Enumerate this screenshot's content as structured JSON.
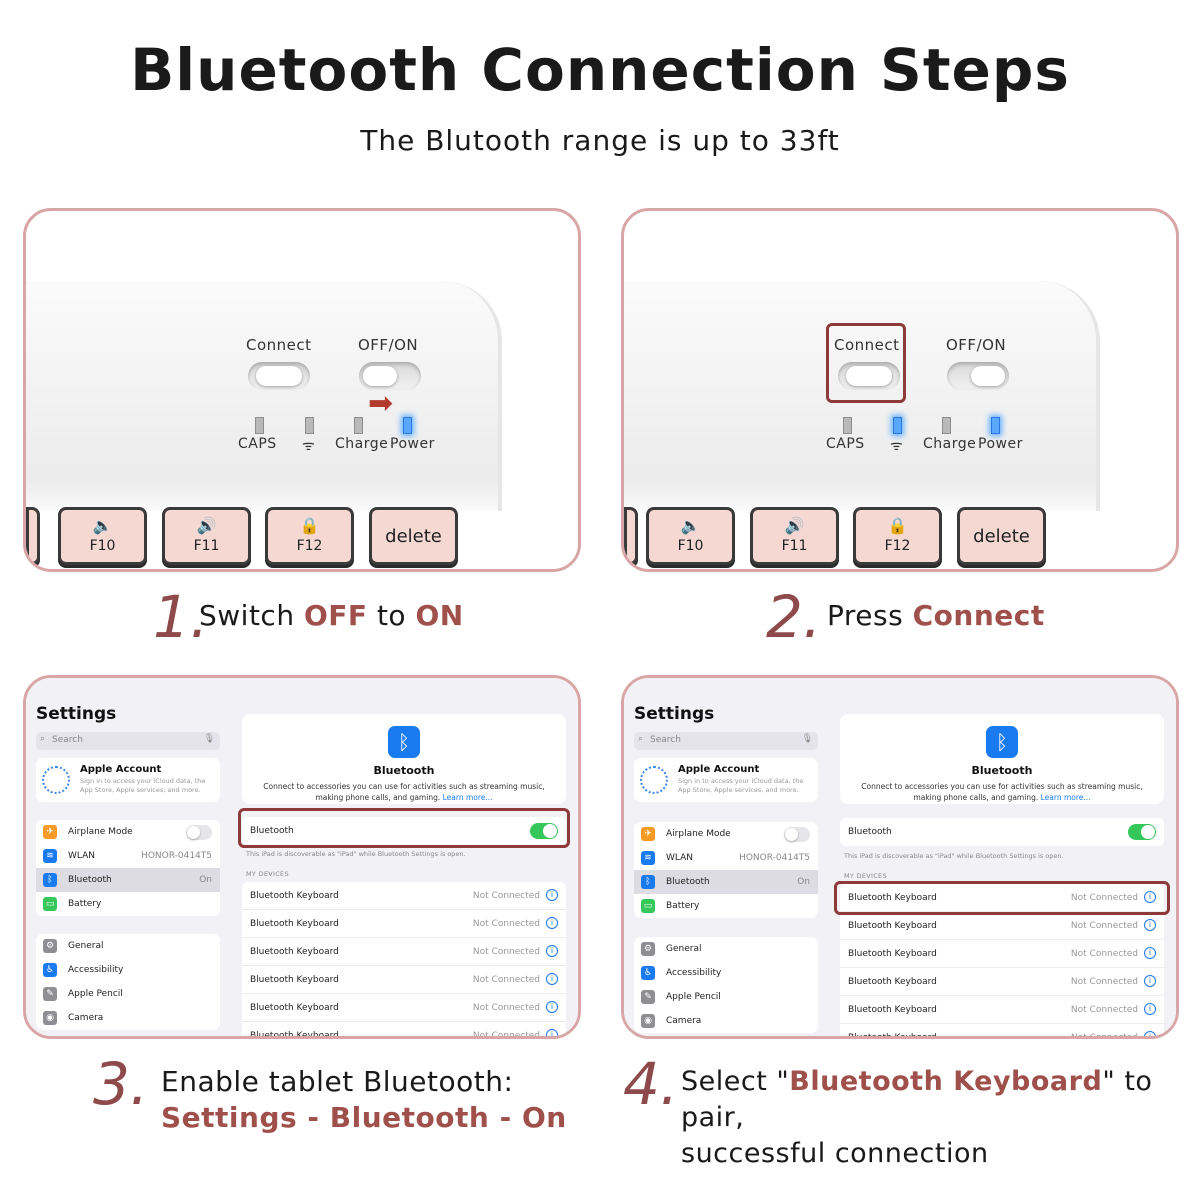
{
  "header": {
    "title": "Bluetooth Connection Steps",
    "subtitle": "The Blutooth range is up to 33ft"
  },
  "keyboard": {
    "connect_label": "Connect",
    "offon_label": "OFF/ON",
    "caps_label": "CAPS",
    "wifi_icon": "wifi-icon",
    "charge_label": "Charge",
    "power_label": "Power",
    "keys": [
      {
        "icon": "volume-down-icon",
        "glyph": "🔈",
        "label": "F10"
      },
      {
        "icon": "volume-up-icon",
        "glyph": "🔊",
        "label": "F11"
      },
      {
        "icon": "lock-icon",
        "glyph": "🔒",
        "label": "F12"
      },
      {
        "label": "delete"
      }
    ]
  },
  "steps": [
    {
      "num": "1.",
      "pre": "Switch ",
      "a1": "OFF",
      "mid": " to ",
      "a2": "ON"
    },
    {
      "num": "2.",
      "pre": "Press ",
      "a1": "Connect"
    },
    {
      "num": "3.",
      "line1": "Enable tablet Bluetooth:",
      "line2": "Settings - Bluetooth - On"
    },
    {
      "num": "4.",
      "pre": "Select \"",
      "a1": "Bluetooth Keyboard",
      "post": "\" to pair,",
      "line2": "successful connection"
    }
  ],
  "settings": {
    "title": "Settings",
    "search_placeholder": "Search",
    "account_name": "Apple Account",
    "account_desc": "Sign in to access your iCloud data, the App Store, Apple services, and more.",
    "airplane": "Airplane Mode",
    "wlan": "WLAN",
    "wlan_value": "HONOR-0414T5",
    "bluetooth": "Bluetooth",
    "bluetooth_value": "On",
    "battery": "Battery",
    "general": "General",
    "accessibility": "Accessibility",
    "apple_pencil": "Apple Pencil",
    "camera": "Camera",
    "bt_title": "Bluetooth",
    "bt_desc": "Connect to accessories you can use for activities such as streaming music, making phone calls, and gaming.",
    "learn_more": "Learn more...",
    "bt_toggle_label": "Bluetooth",
    "bt_note": "This iPad is discoverable as \"iPad\" while Bluetooth Settings is open.",
    "my_devices": "MY DEVICES",
    "device_name": "Bluetooth Keyboard",
    "device_status": "Not Connected"
  },
  "colors": {
    "accent": "#a0504a",
    "panel_border": "#d8a6a6",
    "highlight": "#8e3a3a",
    "led_on": "#5aa7ff",
    "toggle_on": "#35c759"
  }
}
